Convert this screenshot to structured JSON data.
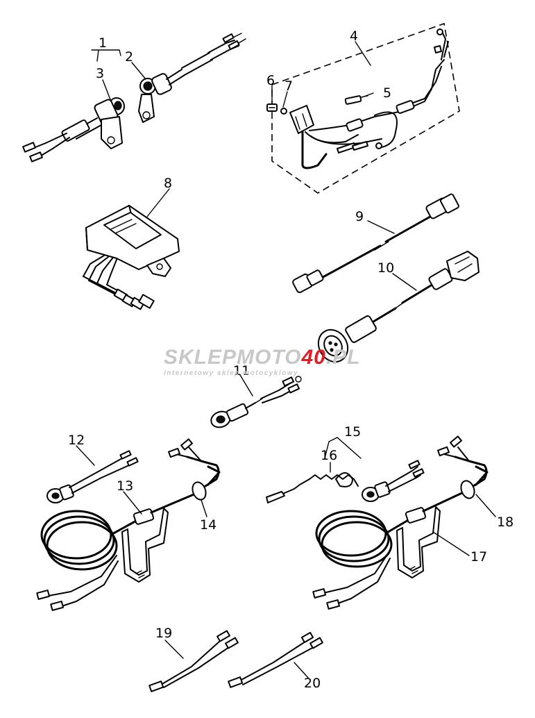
{
  "callouts": [
    "1",
    "2",
    "3",
    "4",
    "5",
    "6",
    "7",
    "8",
    "9",
    "10",
    "11",
    "12",
    "13",
    "14",
    "15",
    "16",
    "17",
    "18",
    "19",
    "20"
  ],
  "watermark": {
    "prefix": "SKLEPMOTO",
    "highlight": "40",
    "suffix": ".PL",
    "tagline": "internetowy sklep motocyklowy",
    "colors": {
      "prefix": "#c8c8c8",
      "highlight": "#e41b22",
      "tagline": "#c8c8c8"
    }
  }
}
